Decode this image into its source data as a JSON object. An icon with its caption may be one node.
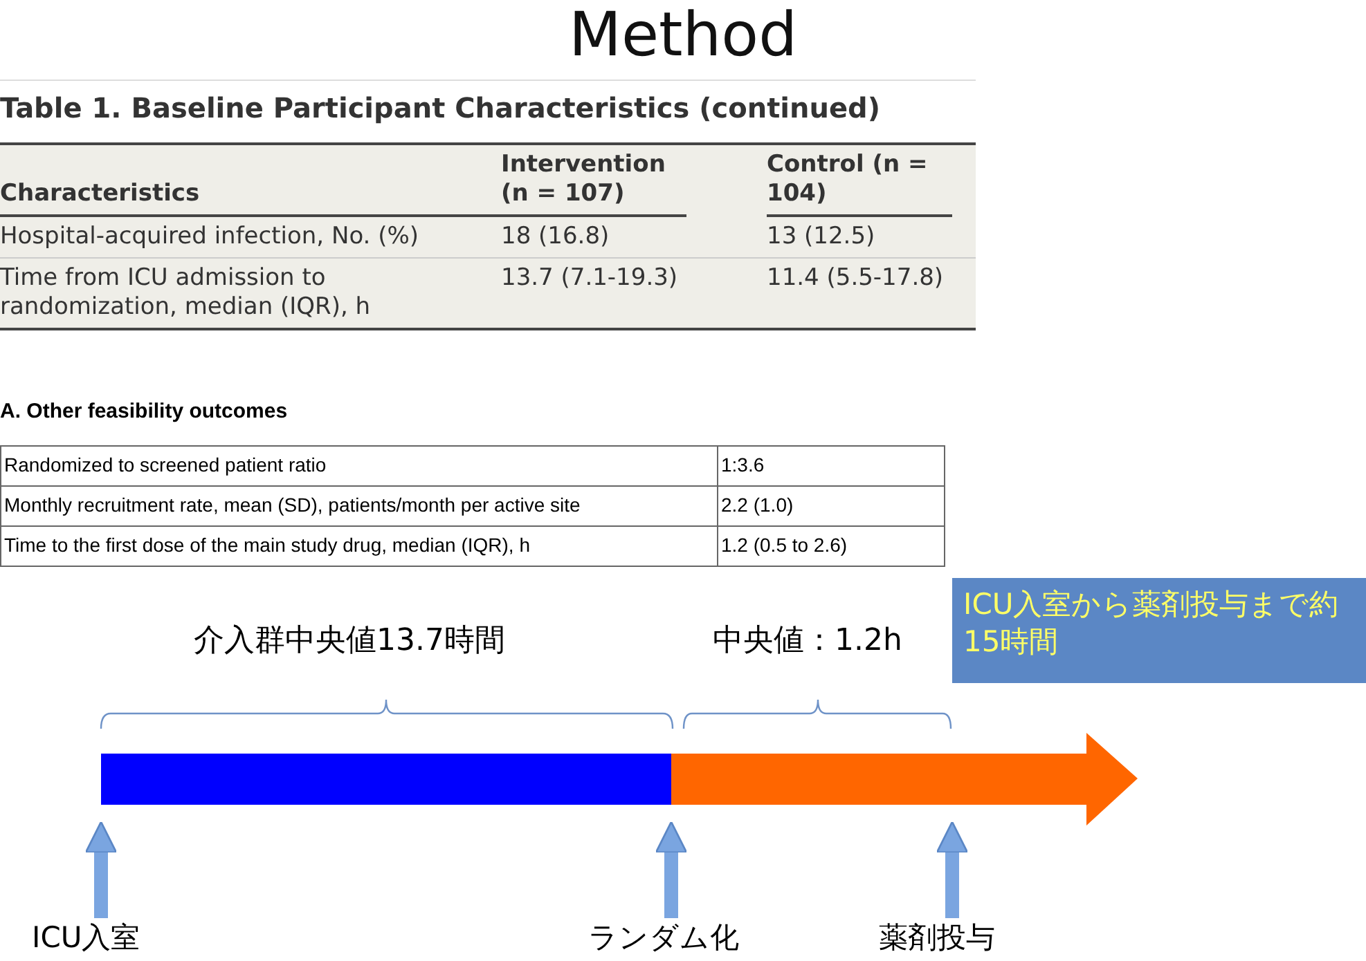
{
  "diagram": {
    "title": "Method",
    "nodes": [
      {
        "text": [
          "ICU入室から薬剤投与まで約15時間"
        ]
      },
      {
        "text": [
          "ICU入室"
        ]
      },
      {
        "text": [
          "ランダム化"
        ]
      },
      {
        "text": [
          "薬剤投与"
        ]
      }
    ],
    "edges": [
      {
        "from": 1,
        "to": null,
        "arrow": "to"
      },
      {
        "from": 2,
        "to": null,
        "arrow": "to"
      },
      {
        "from": 3,
        "to": null,
        "arrow": "to"
      }
    ],
    "labels": [
      "Table 1. Baseline Participant Characteristics (continued)",
      "Characteristics",
      "Intervention (n = 107)",
      "Control (n = 104)",
      "Hospital-acquired infection, No. (%)",
      "18 (16.8)",
      "13 (12.5)",
      "Time from ICU admission to randomization, median (IQR), h",
      "13.7 (7.1-19.3)",
      "11.4 (5.5-17.8)",
      "A. Other feasibility outcomes",
      "Randomized to screened patient ratio",
      "1:3.6",
      "Monthly recruitment rate, mean (SD), patients/month per active site",
      "2.2 (1.0)",
      "Time to the first dose of the main study drug, median (IQR), h",
      "1.2 (0.5 to 2.6)",
      "介入群中央値13.7時間",
      "中央値：1.2h"
    ]
  }
}
